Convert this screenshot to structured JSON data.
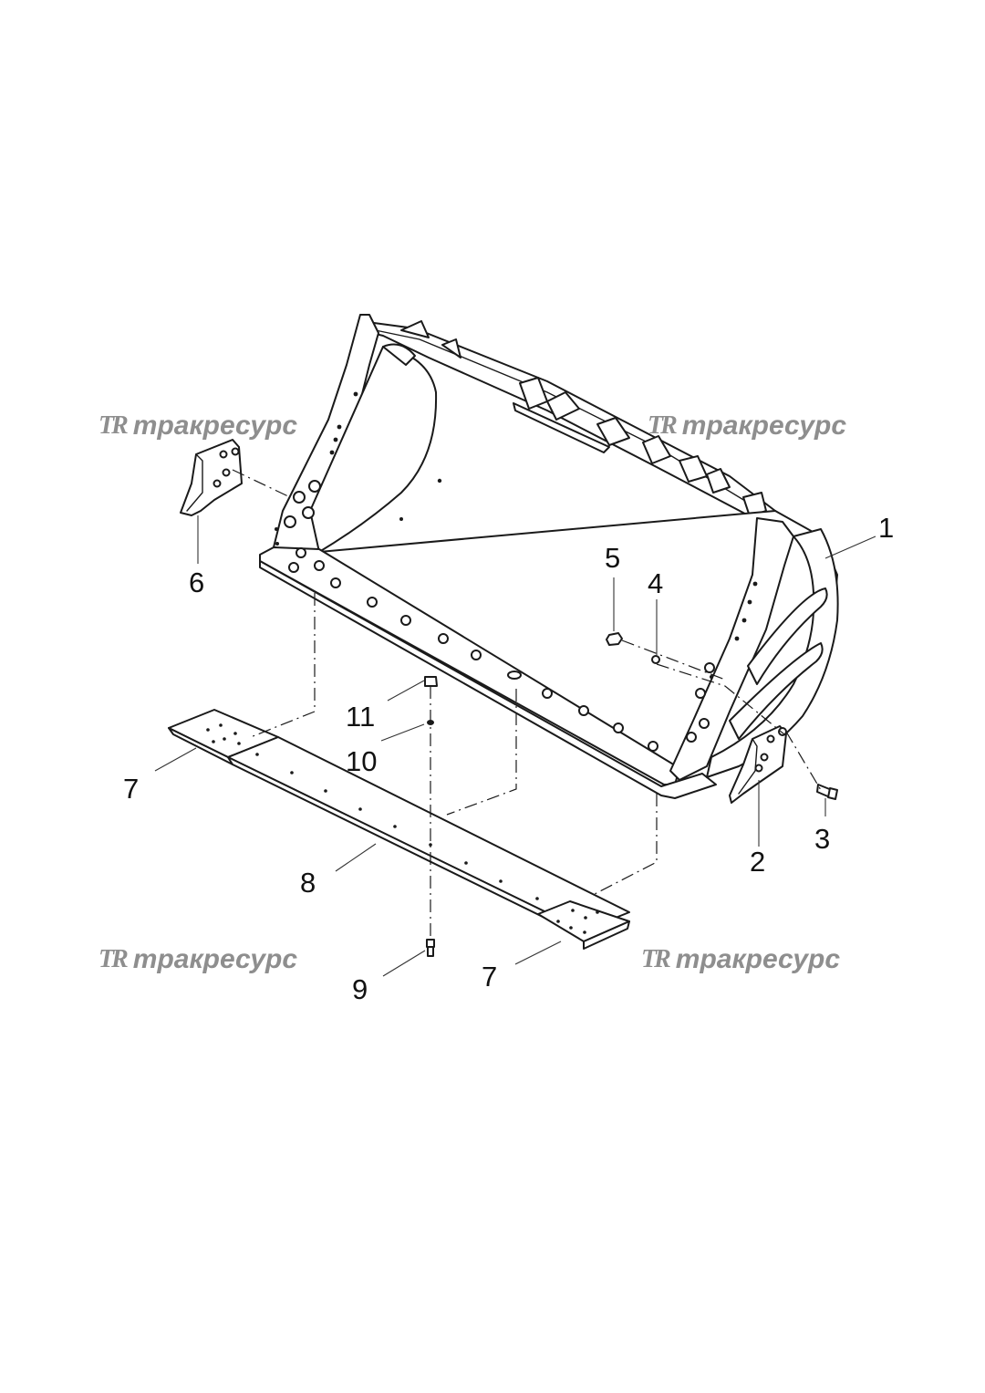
{
  "watermark": {
    "logo": "TR",
    "text": "тракресурс",
    "color": "#8e8e8e"
  },
  "callouts": [
    {
      "id": "c1",
      "label": "1"
    },
    {
      "id": "c2",
      "label": "2"
    },
    {
      "id": "c3",
      "label": "3"
    },
    {
      "id": "c4",
      "label": "4"
    },
    {
      "id": "c5",
      "label": "5"
    },
    {
      "id": "c6",
      "label": "6"
    },
    {
      "id": "c7a",
      "label": "7"
    },
    {
      "id": "c7b",
      "label": "7"
    },
    {
      "id": "c8",
      "label": "8"
    },
    {
      "id": "c9",
      "label": "9"
    },
    {
      "id": "c10",
      "label": "10"
    },
    {
      "id": "c11",
      "label": "11"
    }
  ]
}
